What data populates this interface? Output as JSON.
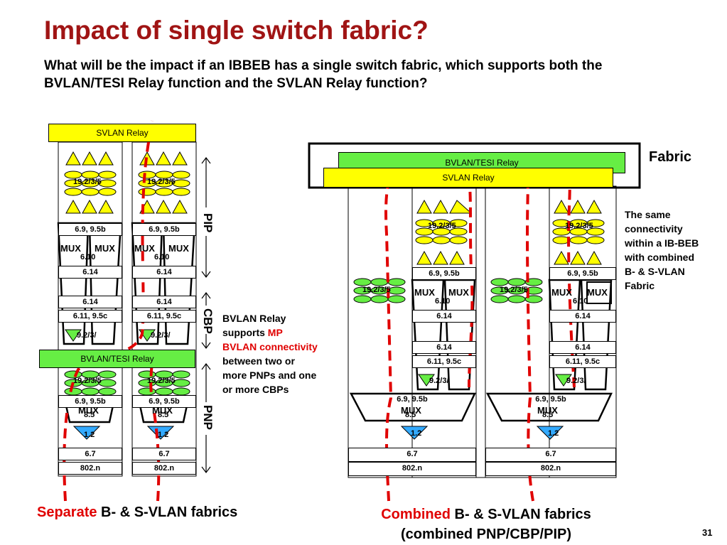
{
  "title": "Impact of single switch fabric?",
  "subtitle": "What will be the impact if an IBBEB has a single switch fabric, which supports both the BVLAN/TESI Relay function and the SVLAN Relay function?",
  "left": {
    "svlan_relay": "SVLAN Relay",
    "bvlan_relay": "BVLAN/TESI Relay",
    "col1": {
      "l1923": "19.2/3/5",
      "l69": "6.9, 9.5b",
      "l610": "6.10",
      "l614a": "6.14",
      "l614b": "6.14",
      "l611": "6.11, 9.5c",
      "l923": "9.2/3/",
      "l1923b": "19.2/3/5",
      "l69b": "6.9, 9.5b",
      "l85": "8.5",
      "l12": "1.2",
      "l67": "6.7",
      "l802": "802.n"
    },
    "col2": {
      "l1923": "19.2/3/5",
      "l69": "6.9, 9.5b",
      "l610": "6.10",
      "l614a": "6.14",
      "l614b": "6.14",
      "l611": "6.11, 9.5c",
      "l923": "9.2/3/",
      "l1923b": "19.2/3/5",
      "l69b": "6.9, 9.5b",
      "l85": "8.5",
      "l12": "1.2",
      "l67": "6.7",
      "l802": "802.n"
    },
    "mux": "MUX",
    "pip": "PIP",
    "cbp": "CBP",
    "pnp": "PNP"
  },
  "right": {
    "bvlan_relay": "BVLAN/TESI Relay",
    "svlan_relay": "SVLAN Relay",
    "fabric": "Fabric",
    "mux": "MUX",
    "col1": {
      "l1923s": "19.2/3/5",
      "l1923": "19.2/3/5",
      "l69": "6.9, 9.5b",
      "l610": "6.10",
      "l614a": "6.14",
      "l614b": "6.14",
      "l611": "6.11, 9.5c",
      "l923": "9.2/3/",
      "l69b": "6.9, 9.5b",
      "l85": "8.5",
      "l12": "1.2",
      "l67": "6.7",
      "l802": "802.n"
    },
    "col2": {
      "l1923s": "19.2/3/5",
      "l1923": "19.2/3/5",
      "l69": "6.9, 9.5b",
      "l610": "6.10",
      "l614a": "6.14",
      "l614b": "6.14",
      "l611": "6.11, 9.5c",
      "l923": "9.2/3/",
      "l69b": "6.9, 9.5b",
      "l85": "8.5",
      "l12": "1.2",
      "l67": "6.7",
      "l802": "802.n"
    }
  },
  "bvlan_note": {
    "line1": "BVLAN Relay",
    "line2a": "supports ",
    "line2b": "MP",
    "line3": "BVLAN connectivity",
    "line4": "between two or",
    "line5": "more PNPs and one",
    "line6": "or more CBPs"
  },
  "fabric_note": [
    "The same",
    "connectivity",
    "within a IB-BEB",
    "with combined",
    "B- & S-VLAN",
    "Fabric"
  ],
  "caption_left": {
    "red": "Separate",
    "black": " B- & S-VLAN fabrics"
  },
  "caption_right": {
    "red": "Combined",
    "black": " B- & S-VLAN fabrics",
    "line2": "(combined PNP/CBP/PIP)"
  },
  "page_number": "31",
  "colors": {
    "title": "#a01414",
    "red": "#e00000",
    "yellow": "#ffff00",
    "green": "#66ee44",
    "blue": "#33aaff"
  }
}
